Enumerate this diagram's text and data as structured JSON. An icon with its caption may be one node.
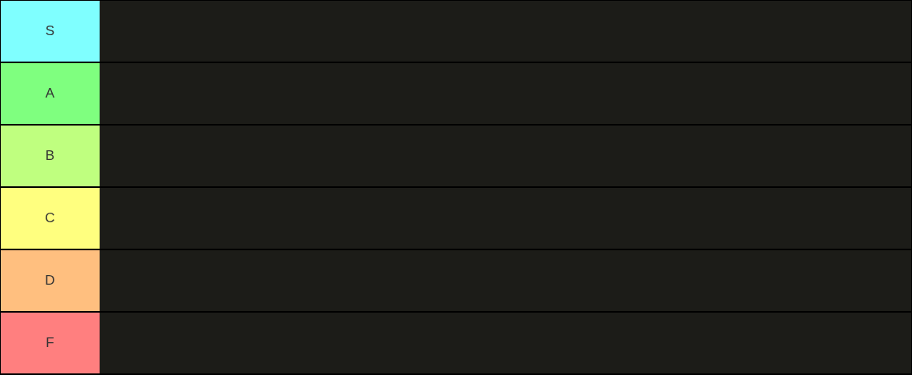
{
  "diagram": {
    "nodes": [
      {
        "text": [
          "S"
        ]
      },
      {
        "text": [],
        "shape": "box"
      },
      {
        "text": [
          "A"
        ]
      },
      {
        "text": [],
        "shape": "box"
      },
      {
        "text": [
          "B"
        ]
      },
      {
        "text": [],
        "shape": "box"
      },
      {
        "text": [
          "C"
        ]
      },
      {
        "text": [],
        "shape": "box"
      },
      {
        "text": [
          "D"
        ]
      },
      {
        "text": [],
        "shape": "box"
      },
      {
        "text": [
          "F"
        ]
      },
      {
        "text": [],
        "shape": "box"
      }
    ]
  }
}
